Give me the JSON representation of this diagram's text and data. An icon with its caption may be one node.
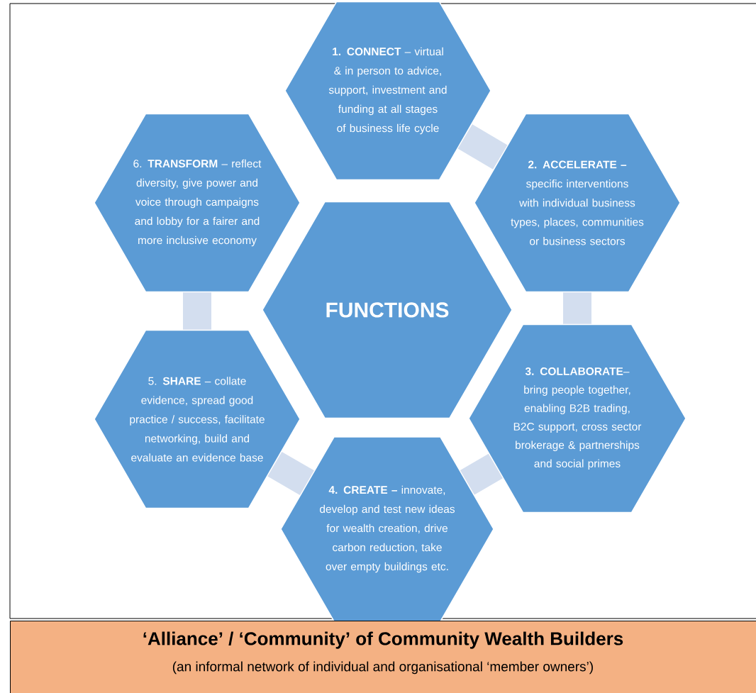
{
  "diagram": {
    "nodes": [
      {
        "text": [
          "**1. CONNECT** – virtual & in person to advice, support, investment and funding at all stages of business life cycle"
        ]
      },
      {
        "text": [
          "**2. ACCELERATE –** specific interventions with individual business types, places, communities or business sectors"
        ]
      },
      {
        "text": [
          "**3. COLLABORATE**– bring people together, enabling B2B trading, B2C support, cross sector brokerage & partnerships and social primes"
        ]
      },
      {
        "text": [
          "**4. CREATE –** innovate, develop and test new ideas for wealth creation, drive carbon reduction, take over empty buildings etc."
        ]
      },
      {
        "text": [
          "5. **SHARE** – collate evidence, spread good practice / success, facilitate networking, build and evaluate an evidence base"
        ]
      },
      {
        "text": [
          "6. **TRANSFORM** – reflect diversity, give power and voice through campaigns and lobby for a fairer and more inclusive economy"
        ]
      },
      {
        "text": [
          "FUNCTIONS"
        ]
      },
      {
        "text": [
          "‘Alliance’ / ‘Community’ of Community Wealth Builders",
          "(an informal network of individual and organisational ‘member owners’)"
        ]
      }
    ],
    "edges": [
      {
        "from": 0,
        "to": 1,
        "arrow": "none"
      },
      {
        "from": 1,
        "to": 2,
        "arrow": "none"
      },
      {
        "from": 2,
        "to": 3,
        "arrow": "none"
      },
      {
        "from": 3,
        "to": 4,
        "arrow": "none"
      },
      {
        "from": 4,
        "to": 5,
        "arrow": "none"
      }
    ]
  }
}
